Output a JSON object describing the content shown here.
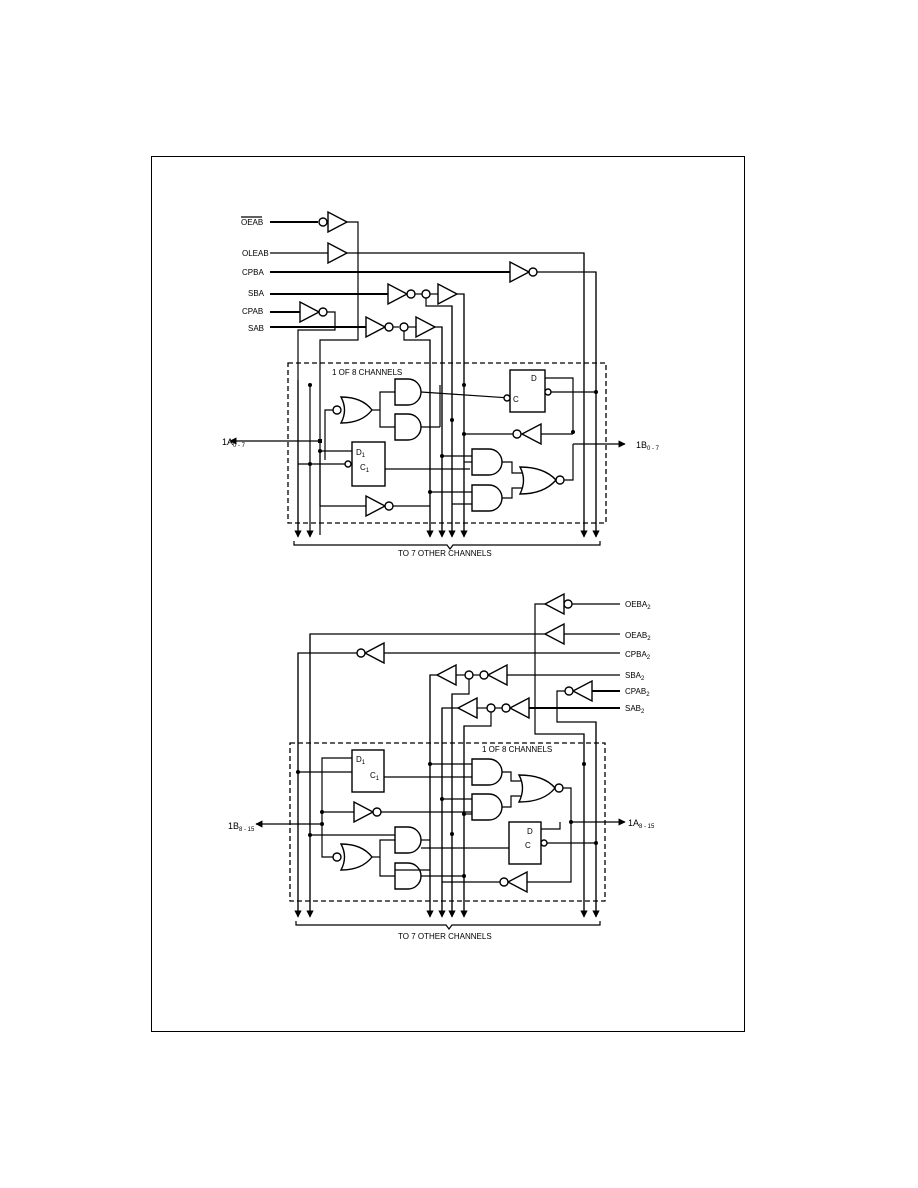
{
  "top": {
    "inputs": {
      "oeab": "OEAB",
      "oleab": "OLEAB",
      "cpba": "CPBA",
      "sba": "SBA",
      "cpab": "CPAB",
      "sab": "SAB"
    },
    "channel_label": "1 OF 8 CHANNELS",
    "port_a": "1A",
    "port_a_sub": "0 - 7",
    "port_b": "1B",
    "port_b_sub": "0 - 7",
    "ff_d": "D",
    "ff_d_sub": "1",
    "ff_c": "C",
    "ff_c_sub": "1",
    "footer": "TO 7 OTHER CHANNELS"
  },
  "bottom": {
    "inputs": {
      "oeba": "OEBA",
      "oeab": "OEAB",
      "cpba": "CPBA",
      "sba": "SBA",
      "cpab": "CPAB",
      "sab": "SAB"
    },
    "input_sub": "2",
    "channel_label": "1 OF 8 CHANNELS",
    "port_b": "1B",
    "port_b_sub": "8 - 15",
    "port_a": "1A",
    "port_a_sub": "8 - 15",
    "ff_d": "D",
    "ff_d_sub": "1",
    "ff_c": "C",
    "ff_c_sub": "1",
    "footer": "TO 7 OTHER CHANNELS"
  }
}
